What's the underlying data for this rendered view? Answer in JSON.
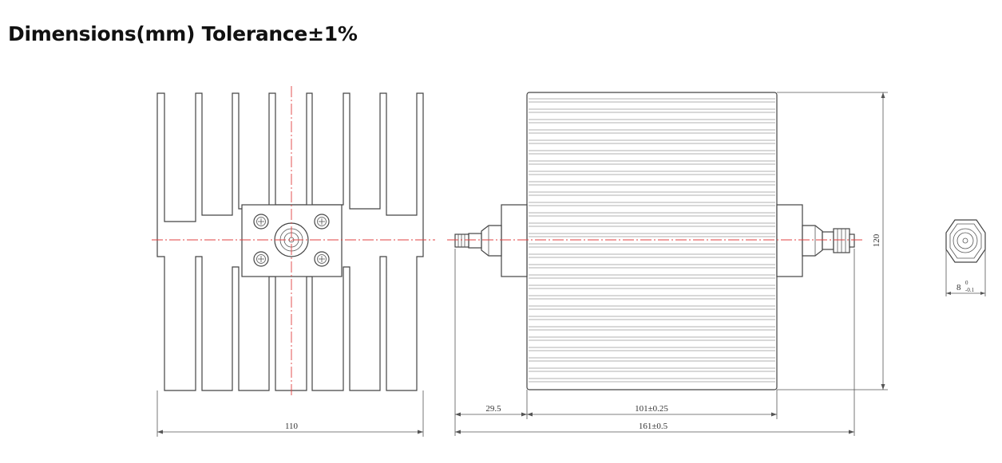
{
  "title": "Dimensions(mm) Tolerance±1%",
  "dimensions": {
    "front_width": "110",
    "connector_length": "29.5",
    "body_length": "101±0.25",
    "total_length": "161±0.5",
    "height": "120",
    "hex_size_main": "8",
    "hex_tol_upper": "0",
    "hex_tol_lower": "-0.1"
  },
  "colors": {
    "outline": "#444444",
    "centerline": "#e04040",
    "dimension": "#555555"
  }
}
